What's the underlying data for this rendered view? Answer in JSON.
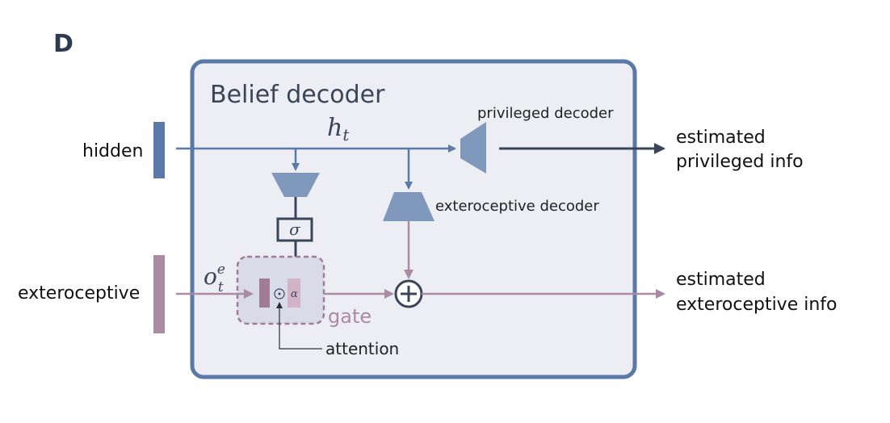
{
  "panel_letter": "D",
  "box": {
    "title": "Belief decoder"
  },
  "inputs": {
    "hidden": "hidden",
    "exteroceptive": "exteroceptive"
  },
  "symbols": {
    "h_base": "h",
    "h_sub": "t",
    "o_base": "o",
    "o_sub": "t",
    "o_sup": "e",
    "sigma": "σ",
    "alpha": "α",
    "odot": "⊙",
    "oplus": "+"
  },
  "modules": {
    "privileged_decoder": "privileged decoder",
    "exteroceptive_decoder": "exteroceptive decoder",
    "gate": "gate",
    "attention": "attention"
  },
  "outputs": {
    "privileged_line1": "estimated",
    "privileged_line2": "privileged info",
    "exteroceptive_line1": "estimated",
    "exteroceptive_line2": "exteroceptive info"
  },
  "colors": {
    "blue": "#5b7aaa",
    "blue_dark": "#5a78a8",
    "decoder_blue": "#7f98bb",
    "pink": "#ab8aa3",
    "pink_dark": "#a07c96",
    "navy": "#3b4559",
    "box_fill": "#eceef4",
    "box_stroke": "#5a78a8",
    "gate_fill": "#d9dce8"
  }
}
